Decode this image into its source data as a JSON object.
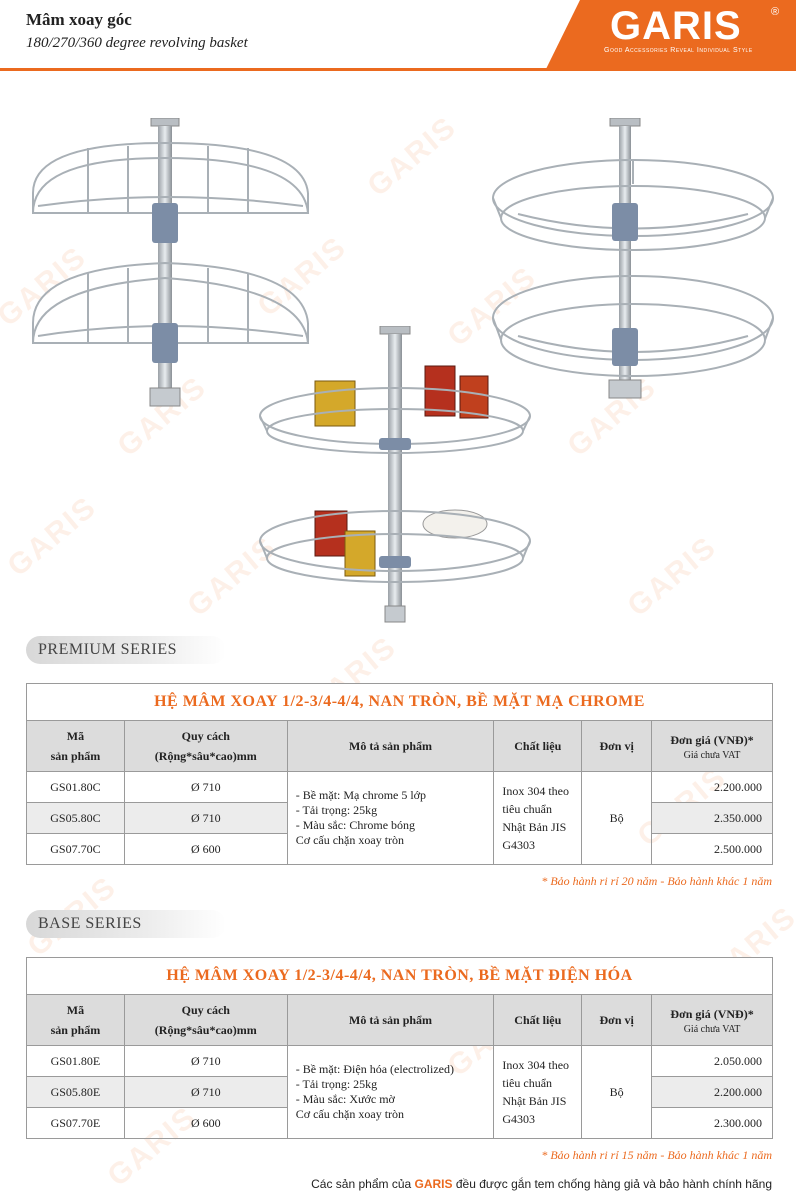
{
  "header": {
    "title": "Mâm xoay góc",
    "subtitle": "180/270/360 degree revolving basket",
    "logo": "GARIS",
    "logo_reg": "®",
    "logo_tagline": "Good Accessories Reveal Individual Style",
    "accent_color": "#eb6a1f"
  },
  "watermark": "GARIS",
  "premium": {
    "series_label": "PREMIUM SERIES",
    "table_title": "HỆ MÂM XOAY 1/2-3/4-4/4, NAN TRÒN, BỀ MẶT MẠ CHROME",
    "headers": {
      "code_1": "Mã",
      "code_2": "sản phẩm",
      "spec_1": "Quy cách",
      "spec_2": "(Rộng*sâu*cao)mm",
      "desc": "Mô tả sản phẩm",
      "material": "Chất liệu",
      "unit": "Đơn vị",
      "price": "Đơn giá (VNĐ)*",
      "price_note": "Giá chưa VAT"
    },
    "rows": [
      {
        "code": "GS01.80C",
        "spec": "Ø 710",
        "price": "2.200.000"
      },
      {
        "code": "GS05.80C",
        "spec": "Ø 710",
        "price": "2.350.000"
      },
      {
        "code": "GS07.70C",
        "spec": "Ø 600",
        "price": "2.500.000"
      }
    ],
    "desc_lines": [
      "- Bề mặt: Mạ chrome 5 lớp",
      "- Tải trọng: 25kg",
      "- Màu sắc: Chrome bóng",
      "Cơ cấu chặn xoay tròn"
    ],
    "material_lines": [
      "Inox 304 theo",
      "tiêu chuẩn",
      "Nhật Bản JIS",
      "G4303"
    ],
    "unit": "Bộ",
    "warranty": "* Bảo hành ri rỉ 20 năm - Bảo hành khác 1 năm"
  },
  "base": {
    "series_label": "BASE SERIES",
    "table_title": "HỆ MÂM XOAY 1/2-3/4-4/4, NAN TRÒN, BỀ MẶT ĐIỆN HÓA",
    "headers": {
      "code_1": "Mã",
      "code_2": "sản phẩm",
      "spec_1": "Quy cách",
      "spec_2": "(Rộng*sâu*cao)mm",
      "desc": "Mô tả sản phẩm",
      "material": "Chất liệu",
      "unit": "Đơn vị",
      "price": "Đơn giá (VNĐ)*",
      "price_note": "Giá chưa VAT"
    },
    "rows": [
      {
        "code": "GS01.80E",
        "spec": "Ø 710",
        "price": "2.050.000"
      },
      {
        "code": "GS05.80E",
        "spec": "Ø 710",
        "price": "2.200.000"
      },
      {
        "code": "GS07.70E",
        "spec": "Ø 600",
        "price": "2.300.000"
      }
    ],
    "desc_lines": [
      "- Bề mặt: Điện hóa (electrolized)",
      "- Tải trọng: 25kg",
      "- Màu sắc: Xước mờ",
      "Cơ cấu chặn xoay tròn"
    ],
    "material_lines": [
      "Inox 304 theo",
      "tiêu chuẩn",
      "Nhật Bản JIS",
      "G4303"
    ],
    "unit": "Bộ",
    "warranty": "* Bảo hành ri rỉ 15 năm - Bảo hành khác 1 năm"
  },
  "footer": {
    "prefix": "Các sản phẩm của ",
    "brand": "GARIS",
    "suffix": " đều được gắn tem chống hàng giả và bảo hành chính hãng"
  }
}
